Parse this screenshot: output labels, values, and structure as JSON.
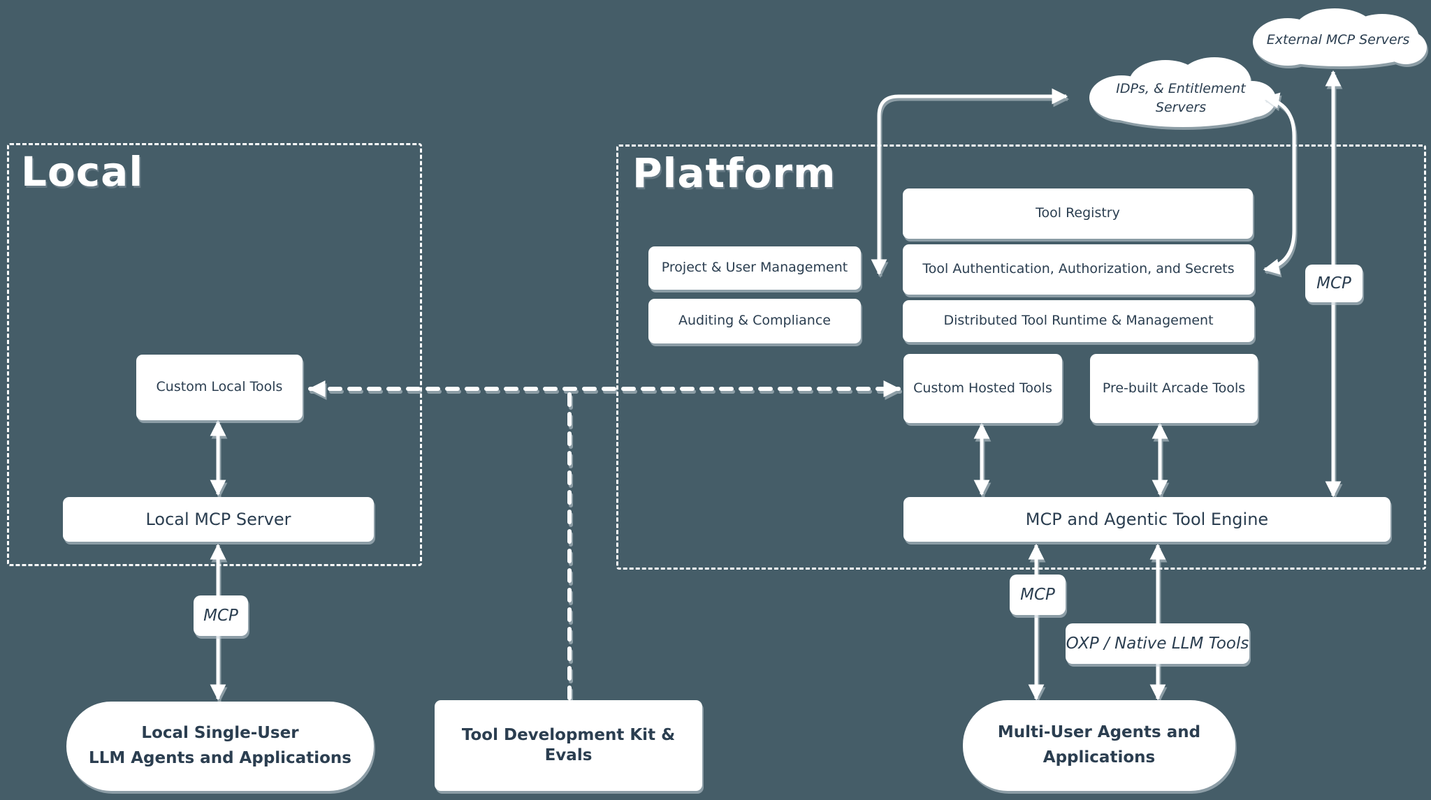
{
  "colors": {
    "background": "#455D68",
    "ink": "#2B3E50",
    "shape_fill": "#FFFFFF",
    "shadow": "#C6D1D8"
  },
  "local": {
    "title": "Local",
    "custom_local_tools": "Custom Local Tools",
    "local_mcp_server": "Local MCP Server"
  },
  "platform": {
    "title": "Platform",
    "tool_registry": "Tool Registry",
    "tool_auth": "Tool Authentication, Authorization, and Secrets",
    "distributed_runtime": "Distributed Tool Runtime & Management",
    "project_user_management": "Project & User Management",
    "auditing_compliance": "Auditing & Compliance",
    "custom_hosted_tools": "Custom Hosted Tools",
    "prebuilt_arcade_tools": "Pre-built Arcade Tools",
    "mcp_engine": "MCP and Agentic Tool Engine"
  },
  "clouds": {
    "external_mcp": "External MCP Servers",
    "idp_line1": "IDPs, & Entitlement",
    "idp_line2": "Servers"
  },
  "protocol_labels": {
    "mcp_local": "MCP",
    "mcp_platform": "MCP",
    "mcp_external": "MCP",
    "oxp": "OXP / Native LLM Tools"
  },
  "endpoints": {
    "local_agents_line1": "Local Single-User",
    "local_agents_line2": "LLM Agents and Applications",
    "tdk": "Tool Development Kit & Evals",
    "multi_user_line1": "Multi-User Agents and",
    "multi_user_line2": "Applications"
  }
}
